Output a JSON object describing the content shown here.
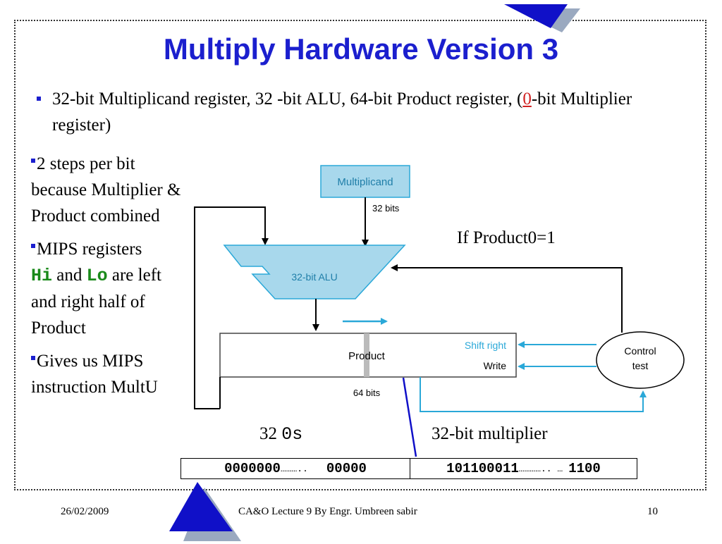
{
  "slide": {
    "title": "Multiply Hardware Version 3",
    "bullet_main": {
      "before": "32-bit Multiplicand register, 32 -bit ALU, 64-bit Product register,  (",
      "highlight": "0",
      "after": "-bit Multiplier register)"
    },
    "side_bullets": {
      "b1": "2 steps per bit because Multiplier & Product combined",
      "b2_pre": "MIPS registers ",
      "b2_hi": "Hi",
      "b2_and": " and ",
      "b2_lo": "Lo",
      "b2_post": " are left and right half of Product",
      "b3": "Gives us MIPS instruction MultU"
    },
    "diagram": {
      "multiplicand": "Multiplicand",
      "bits32": "32 bits",
      "alu": "32-bit ALU",
      "product": "Product",
      "shift_right": "Shift right",
      "write": "Write",
      "bits64": "64 bits",
      "control1": "Control",
      "control2": "test"
    },
    "labels": {
      "if_product": "If Product0=1",
      "zeros_num": "32 ",
      "zeros_mono": "0s",
      "multiplier": "32-bit multiplier"
    },
    "bits": {
      "left_a": "0000000",
      "left_dots": "………..",
      "left_b": "00000",
      "right_a": "101100011",
      "right_dots": "…………..  …",
      "right_b": "1100"
    },
    "footer": {
      "date": "26/02/2009",
      "center": "CA&O Lecture 9 By Engr. Umbreen sabir",
      "page": "10"
    },
    "colors": {
      "title": "#1b1fce",
      "accent_blue": "#1010c8",
      "diagram_teal": "#2aa8d8",
      "register_green": "#1a8a1a",
      "highlight_red": "#d02020"
    }
  }
}
